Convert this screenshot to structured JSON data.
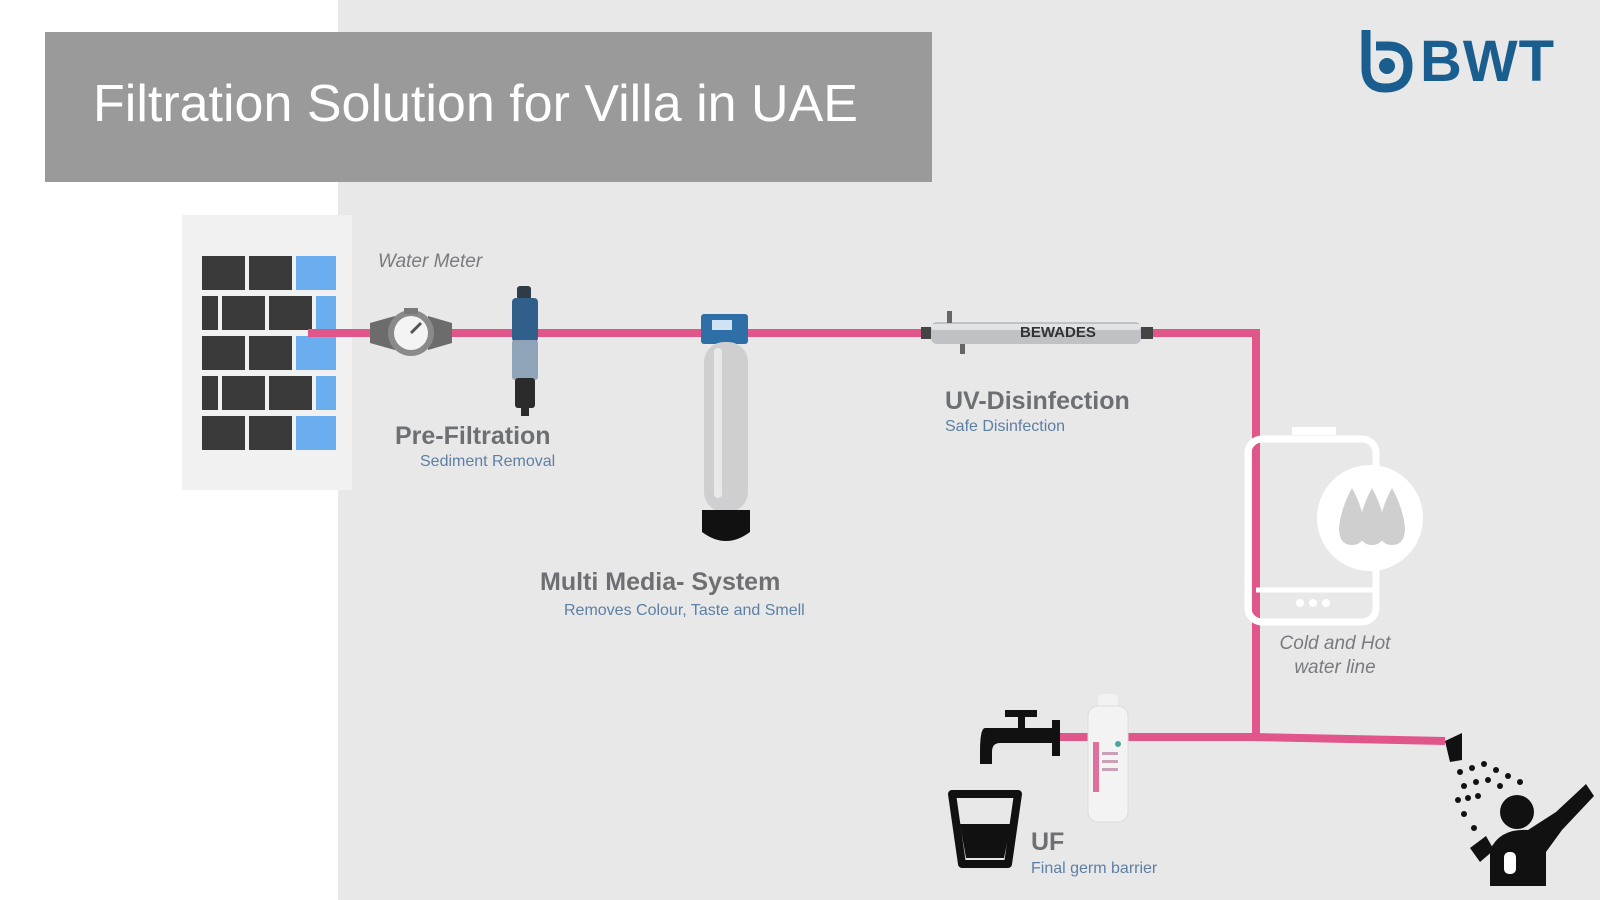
{
  "title": "Filtration Solution for Villa in UAE",
  "brand": {
    "logo_text": "BWT",
    "color": "#1a5d8f"
  },
  "water_meter": {
    "label": "Water Meter"
  },
  "pre_filtration": {
    "name": "Pre-Filtration",
    "sub": "Sediment Removal"
  },
  "multi_media": {
    "name": "Multi Media- System",
    "sub": "Removes Colour, Taste and Smell"
  },
  "uv": {
    "name": "UV-Disinfection",
    "sub": "Safe Disinfection",
    "device_text": "BEWADES"
  },
  "boiler": {
    "label": "Cold and Hot water line"
  },
  "uf": {
    "name": "UF",
    "sub": "Final germ barrier"
  },
  "colors": {
    "pipe": "#e0558a",
    "wall_dark": "#3a3a3a",
    "wall_blue": "#6aaef0",
    "icon": "#111111"
  }
}
